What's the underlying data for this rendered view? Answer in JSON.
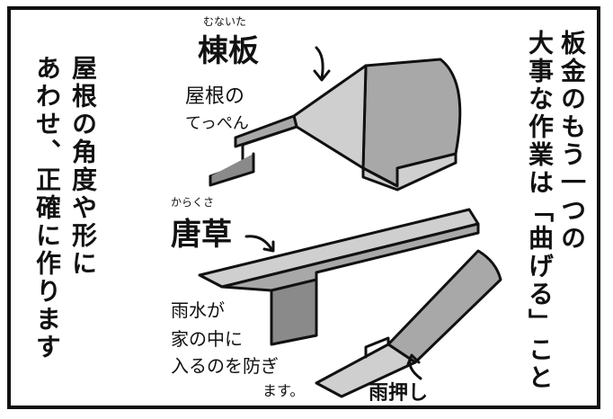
{
  "narration": {
    "right_col_1": "板金のもう一つの",
    "right_col_2": "大事な作業は「曲げる」こと",
    "left_col_1": "屋根の角度や形に",
    "left_col_2": "あわせ、正確に作ります"
  },
  "labels": {
    "munaita_ruby": "むないた",
    "munaita": "棟板",
    "munaita_note_1": "屋根の",
    "munaita_note_2": "てっぺん",
    "karakusa_ruby": "からくさ",
    "karakusa": "唐草",
    "karakusa_note_1": "雨水が",
    "karakusa_note_2": "家の中に",
    "karakusa_note_3": "入るのを防ぎ",
    "karakusa_note_4": "ます。",
    "amaoshi": "雨押し"
  },
  "colors": {
    "ink": "#111111",
    "metal_top": "#cfcfcf",
    "metal_side": "#a8a8a8",
    "metal_shadow": "#8a8a8a",
    "paper": "#ffffff"
  }
}
